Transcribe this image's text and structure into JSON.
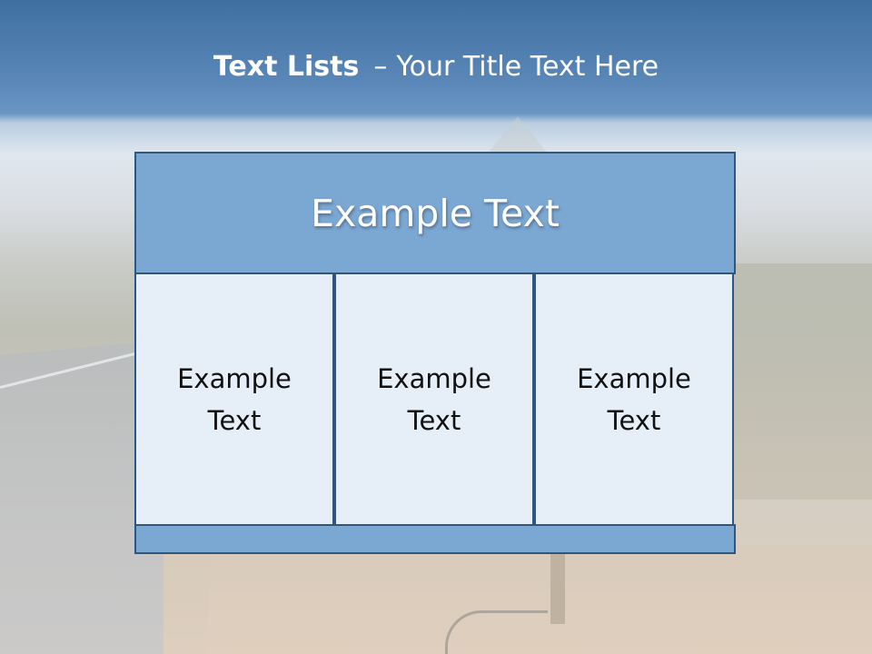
{
  "title": {
    "bold": "Text Lists",
    "separator": "–",
    "rest": "Your Title Text Here"
  },
  "diagram": {
    "header": "Example Text",
    "columns": [
      "Example Text",
      "Example Text",
      "Example Text"
    ],
    "footer": ""
  },
  "colors": {
    "header_fill": "#7ba7d3",
    "column_fill": "#e6eef8",
    "border": "#2d5681",
    "title_bar": "#4f7fb0"
  }
}
